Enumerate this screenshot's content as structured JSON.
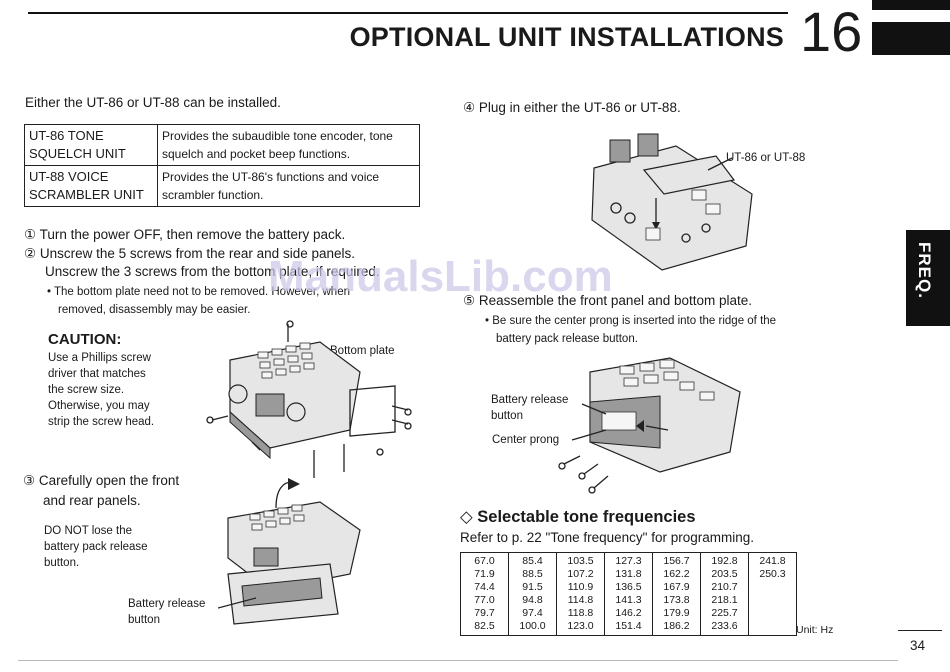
{
  "header": {
    "title": "OPTIONAL UNIT INSTALLATIONS",
    "chapter": "16"
  },
  "side_tab": {
    "label": "FREQ."
  },
  "intro": "Either the UT-86 or UT-88 can be installed.",
  "units": [
    {
      "name_line1": "UT-86 TONE",
      "name_line2": "SQUELCH UNIT",
      "desc_line1": "Provides the subaudible tone encoder, tone",
      "desc_line2": "squelch and pocket beep functions."
    },
    {
      "name_line1": "UT-88 VOICE",
      "name_line2": "SCRAMBLER UNIT",
      "desc_line1": "Provides the UT-86's functions and voice",
      "desc_line2": "scrambler function."
    }
  ],
  "steps": {
    "s1": "① Turn the power OFF, then remove the battery pack.",
    "s2a": "② Unscrew the 5 screws from the rear and side panels.",
    "s2b": "Unscrew the 3 screws from the bottom plate, if required.",
    "s2_note1": "• The bottom plate need not to be removed. However, when",
    "s2_note2": "removed, disassembly may be easier.",
    "s3a": "③ Carefully open the front",
    "s3b": "and rear panels.",
    "s4": "④ Plug in either the UT-86 or UT-88.",
    "s5": "⑤ Reassemble the front panel and bottom plate.",
    "s5_note1": "• Be sure the center prong is inserted into the ridge of the",
    "s5_note2": "battery pack release button."
  },
  "caution": {
    "heading": "CAUTION:",
    "lines": [
      "Use a Phillips screw",
      "driver that matches",
      "the screw size.",
      "Otherwise, you may",
      "strip the screw head."
    ]
  },
  "do_not": {
    "lines": [
      "DO NOT lose the",
      "battery pack release",
      "button."
    ]
  },
  "labels": {
    "bottom_plate": "Bottom plate",
    "unit_label": "UT-86 or UT-88",
    "battery_release_1": "Battery release",
    "battery_release_2": "button",
    "center_prong": "Center prong",
    "battery_release_b1": "Battery release",
    "battery_release_b2": "button"
  },
  "selectable": {
    "heading": "◇ Selectable tone frequencies",
    "refer": "Refer to p. 22 \"Tone frequency\" for programming.",
    "unit": "Unit: Hz"
  },
  "tones": [
    [
      "67.0",
      "71.9",
      "74.4",
      "77.0",
      "79.7",
      "82.5"
    ],
    [
      "85.4",
      "88.5",
      "91.5",
      "94.8",
      "97.4",
      "100.0"
    ],
    [
      "103.5",
      "107.2",
      "110.9",
      "114.8",
      "118.8",
      "123.0"
    ],
    [
      "127.3",
      "131.8",
      "136.5",
      "141.3",
      "146.2",
      "151.4"
    ],
    [
      "156.7",
      "162.2",
      "167.9",
      "173.8",
      "179.9",
      "186.2"
    ],
    [
      "192.8",
      "203.5",
      "210.7",
      "218.1",
      "225.7",
      "233.6"
    ],
    [
      "241.8",
      "250.3"
    ]
  ],
  "page_number": "34",
  "watermark": "ManualsLib.com"
}
